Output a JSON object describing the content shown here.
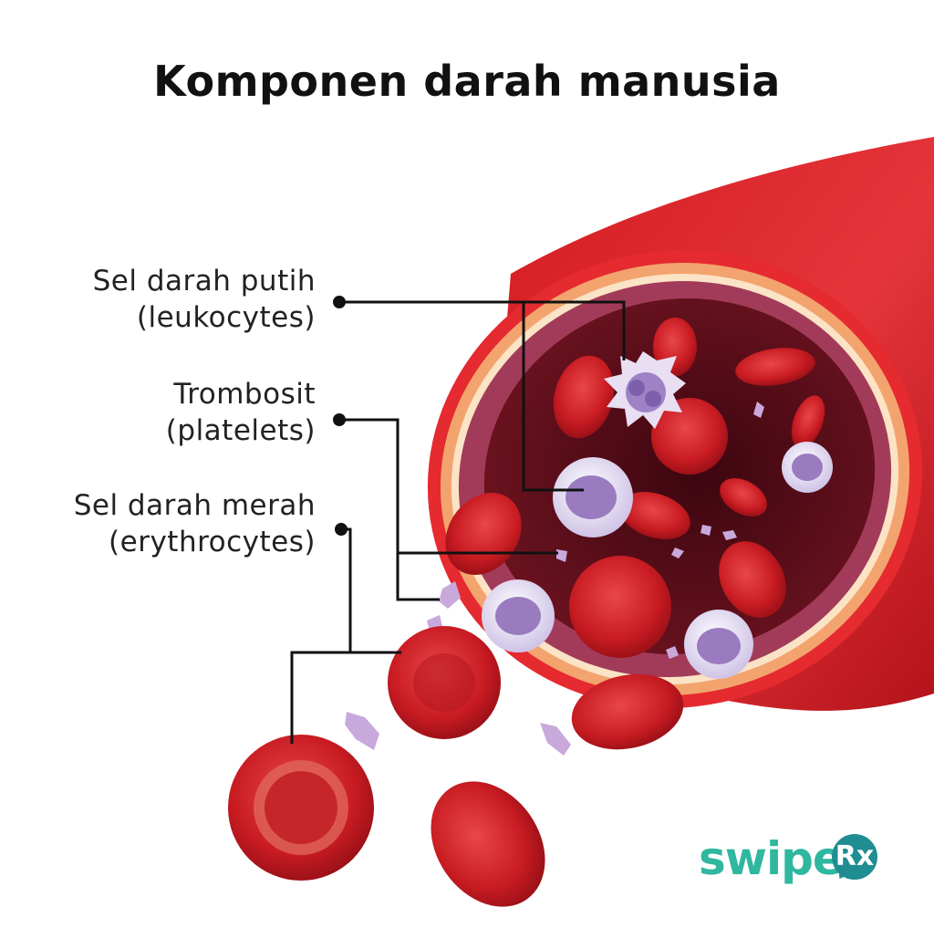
{
  "title": "Komponen darah manusia",
  "labels": {
    "wbc": {
      "line1": "Sel darah putih",
      "line2": "(leukocytes)"
    },
    "platelets": {
      "line1": "Trombosit",
      "line2": "(platelets)"
    },
    "rbc": {
      "line1": "Sel darah merah",
      "line2": "(erythrocytes)"
    }
  },
  "brand": {
    "word": "swipe",
    "mark": "Rx"
  },
  "colors": {
    "vessel": "#c8141c",
    "vessel_highlight": "#ef3a3f",
    "wall_ring": "#f3a46e",
    "lumen": "#5a0b14",
    "red_cell": "#cf1f24",
    "white_cell": "#e9e1f3",
    "white_nucleus": "#9a7bc0",
    "platelet": "#c9a9dc",
    "leader_line": "#111111"
  }
}
